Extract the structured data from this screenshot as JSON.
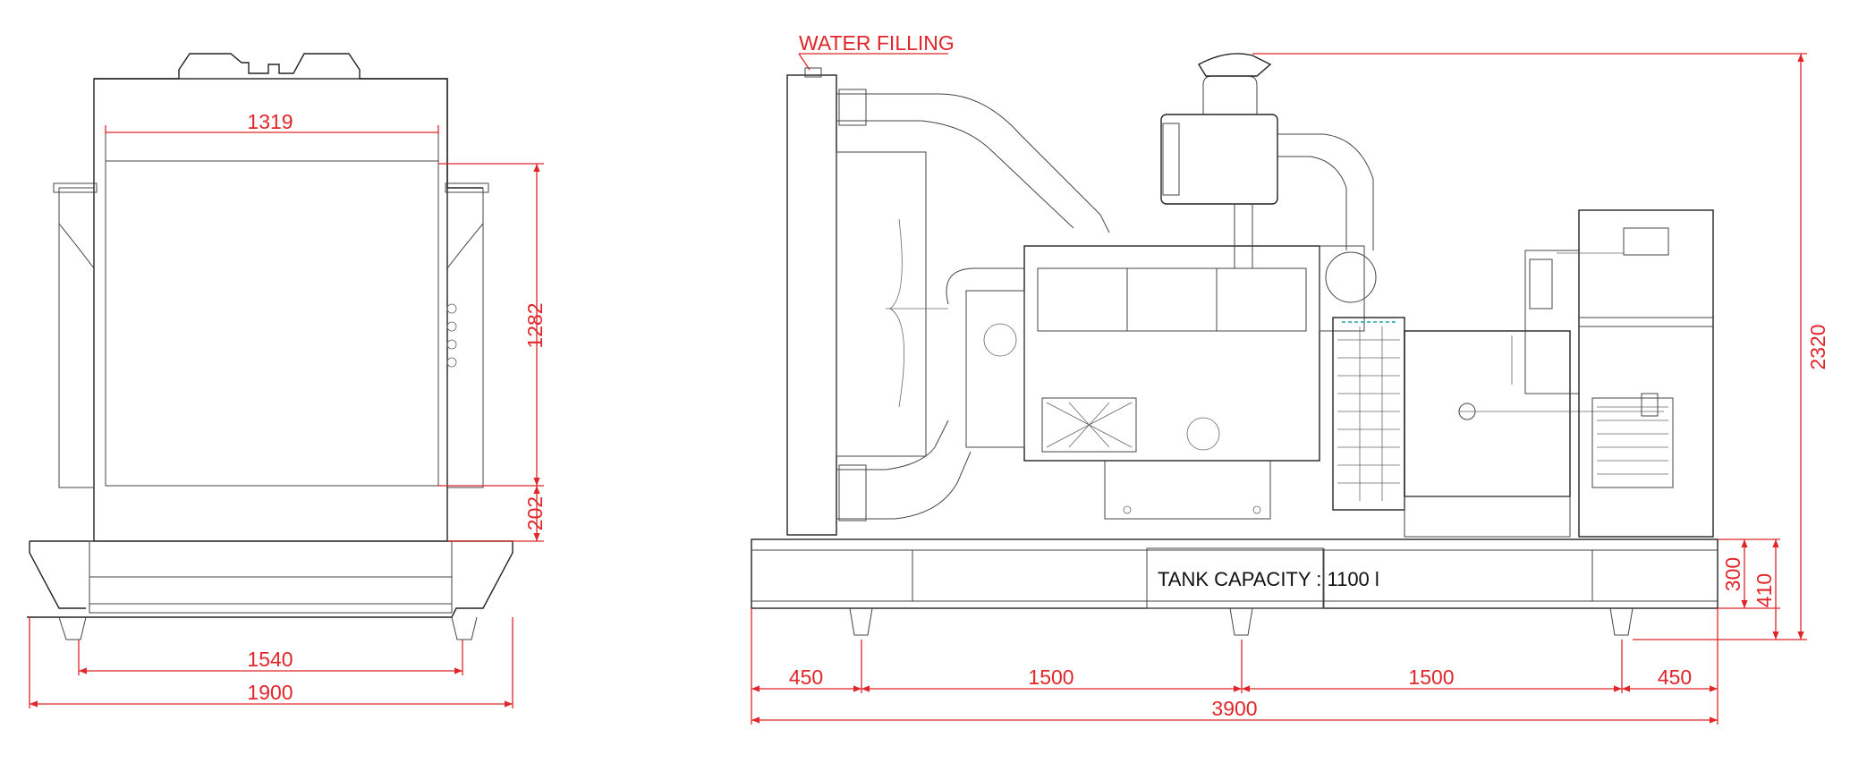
{
  "front_view": {
    "width_top": "1319",
    "height_upper": "1282",
    "height_lower": "202",
    "feet_span": "1540",
    "total_width": "1900"
  },
  "side_view": {
    "water_filling_label": "WATER FILLING",
    "tank_capacity_label": "TANK CAPACITY : 1100 l",
    "height_total": "2320",
    "base_height": "300",
    "base_with_feet": "410",
    "seg_left": "450",
    "seg_mid1": "1500",
    "seg_mid2": "1500",
    "seg_right": "450",
    "total_length": "3900"
  },
  "colors": {
    "dimension": "#e0262a",
    "outline": "#222222"
  }
}
